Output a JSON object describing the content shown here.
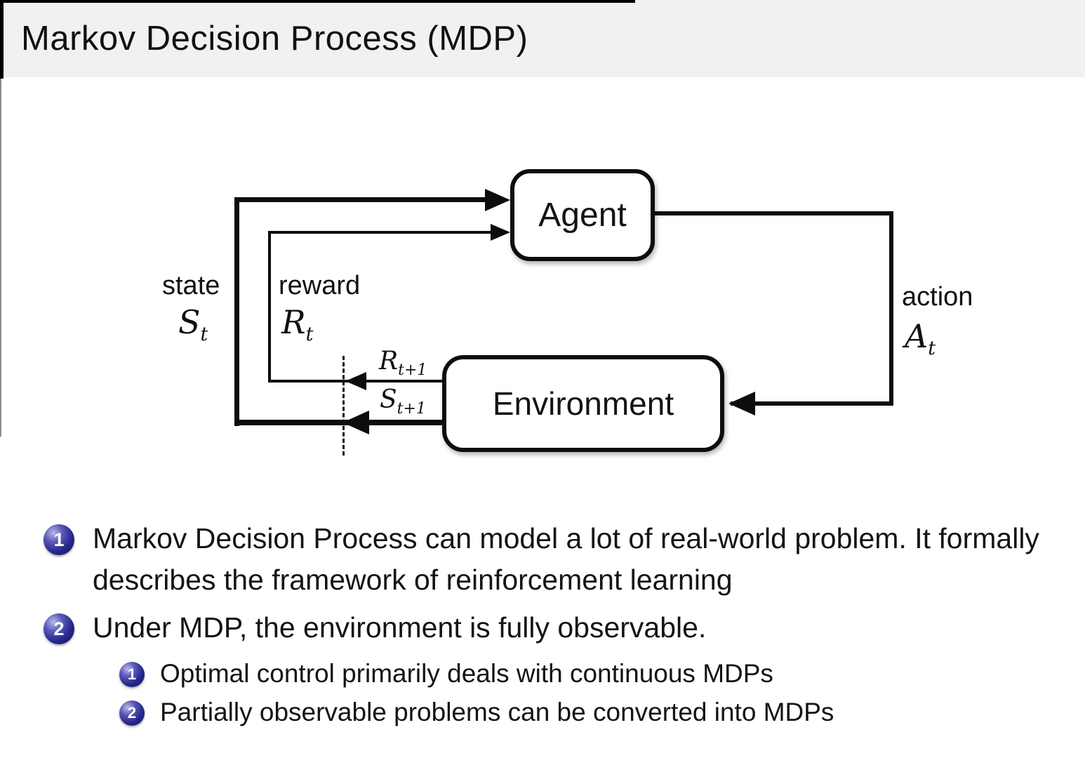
{
  "slide": {
    "title": "Markov Decision Process (MDP)"
  },
  "diagram": {
    "agent_label": "Agent",
    "environment_label": "Environment",
    "labels": {
      "state": "state",
      "reward": "reward",
      "action": "action"
    },
    "symbols": {
      "state": {
        "base": "S",
        "sub": "t"
      },
      "reward": {
        "base": "R",
        "sub": "t"
      },
      "action": {
        "base": "A",
        "sub": "t"
      },
      "next_reward": {
        "base": "R",
        "sub": "t+1"
      },
      "next_state": {
        "base": "S",
        "sub": "t+1"
      }
    }
  },
  "bullets": [
    {
      "number": "1",
      "text": "Markov Decision Process can model a lot of real-world problem. It formally describes the framework of reinforcement learning"
    },
    {
      "number": "2",
      "text": "Under MDP, the environment is fully observable.",
      "sub": [
        {
          "number": "1",
          "text": "Optimal control primarily deals with continuous MDPs"
        },
        {
          "number": "2",
          "text": "Partially observable problems can be converted into MDPs"
        }
      ]
    }
  ],
  "colors": {
    "header_bg": "#f1f1f1",
    "body_bg": "#ffffff",
    "text": "#141414",
    "diagram_line": "#0d0d0d",
    "bullet_ball": "#26268c"
  }
}
